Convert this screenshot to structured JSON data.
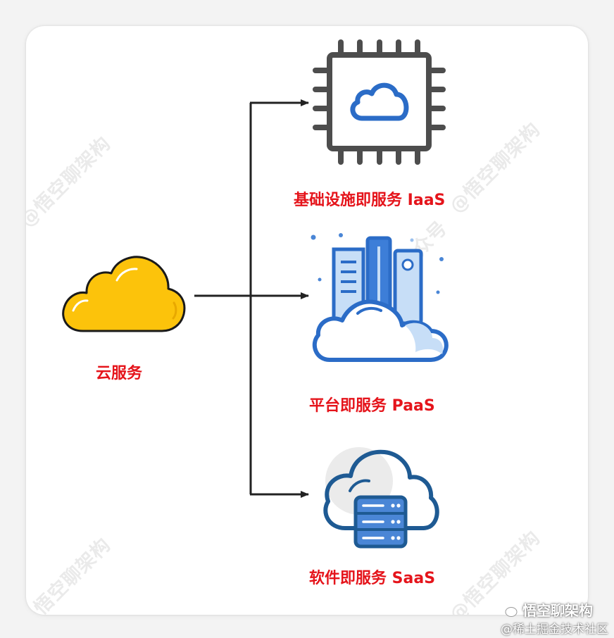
{
  "diagram": {
    "root_label": "云服务",
    "nodes": [
      {
        "label": "基础设施即服务 IaaS"
      },
      {
        "label": "平台即服务 PaaS"
      },
      {
        "label": "软件即服务 SaaS"
      }
    ]
  },
  "watermark": {
    "text": "@悟空聊架构",
    "partial_text": "公众号"
  },
  "footer": {
    "brand": "悟空聊架构",
    "site": "@稀土掘金技术社区"
  },
  "colors": {
    "label_red": "#e5141b",
    "cloud_yellow": "#fcc30b",
    "arrow_dark": "#222222",
    "blue": "#2b6cc7",
    "navy": "#1e5a93"
  },
  "icons": [
    "cloud-icon",
    "cpu-chip-icon",
    "city-cloud-icon",
    "server-cloud-icon",
    "wechat-icon"
  ]
}
